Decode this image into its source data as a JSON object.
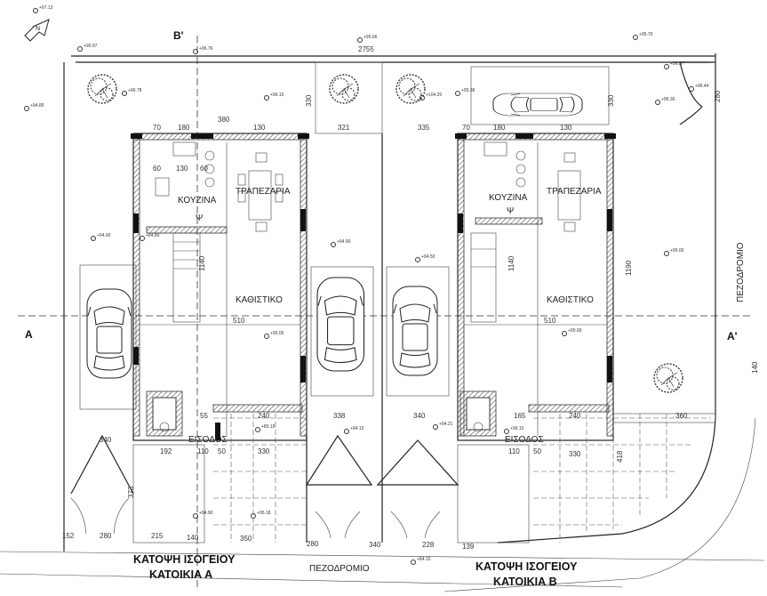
{
  "titles": {
    "plan_title_a": "ΚΑΤΟΨΗ ΙΣΟΓΕΙΟΥ",
    "house_a": "ΚΑΤΟΙΚΙΑ Α",
    "plan_title_b": "ΚΑΤΟΨΗ ΙΣΟΓΕΙΟΥ",
    "house_b": "ΚΑΤΟΙΚΙΑ Β"
  },
  "streets": {
    "bottom": "ΠΕΖΟΔΡΟΜΙΟ",
    "right": "ΠΕΖΟΔΡΟΜΙΟ"
  },
  "sections": {
    "b_top": "B'",
    "a_left": "A",
    "a_right": "A'"
  },
  "rooms": {
    "a": {
      "kitchen": "ΚΟΥΖΙΝΑ",
      "dining": "ΤΡΑΠΕΖΑΡΙΑ",
      "living": "ΚΑΘΙΣΤΙΚΟ",
      "entrance": "ΕΙΣΟΔΟΣ"
    },
    "b": {
      "kitchen": "ΚΟΥΖΙΝΑ",
      "dining": "ΤΡΑΠΕΖΑΡΙΑ",
      "living": "ΚΑΘΙΣΤΙΚΟ",
      "entrance": "ΕΙΣΟΔΟΣ"
    }
  },
  "dimensions": {
    "total_width": "2755",
    "a_width": "380",
    "a_d1": "70",
    "a_d2": "180",
    "a_d3": "130",
    "a_k1": "60",
    "a_k2": "130",
    "a_k3": "60",
    "mid1": "321",
    "mid2": "335",
    "b_d1": "70",
    "b_d2": "180",
    "b_d3": "130",
    "depth_a": "1140",
    "depth_b": "1140",
    "depth_right": "1190",
    "living_a": "510",
    "living_b": "510",
    "front_330": "330",
    "front_330b": "330",
    "garden_330": "330",
    "right_280": "280",
    "right_140": "140",
    "a_240": "240",
    "b_240": "240",
    "a_55": "55",
    "b_165": "165",
    "a_110": "110",
    "b_110": "110",
    "a_50": "50",
    "b_50": "50",
    "a_192": "192",
    "park_338": "338",
    "park_340": "340",
    "b_360": "360",
    "left_340": "340",
    "left_373": "373",
    "bot_152": "152",
    "bot_280": "280",
    "bot_215": "215",
    "bot_140": "140",
    "bot_350": "350",
    "bot_280b": "280",
    "bot_340": "340",
    "bot_228": "228",
    "bot_139": "139",
    "b_418": "418"
  },
  "levels": [
    "+97.13",
    "+90.97",
    "+96.76",
    "+95.66",
    "+95.70",
    "+96.57",
    "+96.44",
    "+94.85",
    "+96.78",
    "+96.15",
    "+104.25",
    "+95.36",
    "+96.30",
    "+95.00",
    "+94.00",
    "+84.80",
    "+94.90",
    "+94.50",
    "+95.00",
    "+95.00",
    "+85.15",
    "+94.12",
    "+94.21",
    "+96.10",
    "+94.90",
    "+95.18",
    "+84.10"
  ]
}
